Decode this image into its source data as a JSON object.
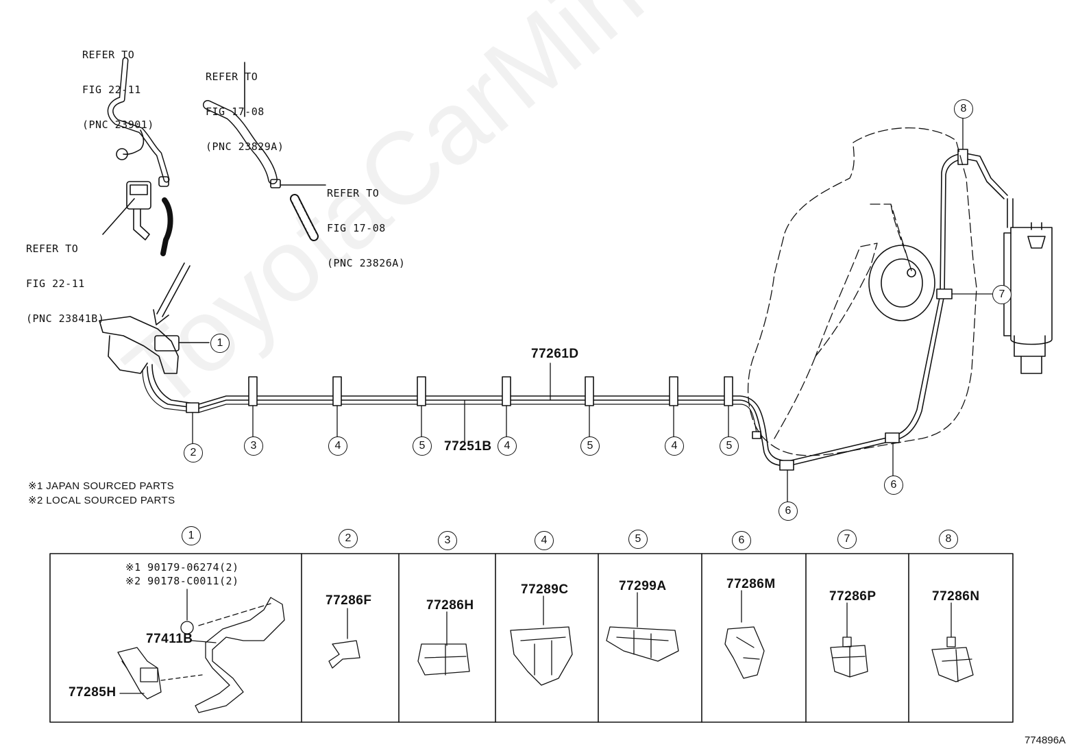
{
  "watermark": "ToyotaCarMine.ru",
  "references": [
    {
      "line1": "REFER TO",
      "line2": "FIG 22-11",
      "line3": "(PNC 23901)"
    },
    {
      "line1": "REFER TO",
      "line2": "FIG 17-08",
      "line3": "(PNC 23829A)"
    },
    {
      "line1": "REFER TO",
      "line2": "FIG 17-08",
      "line3": "(PNC 23826A)"
    },
    {
      "line1": "REFER TO",
      "line2": "FIG 22-11",
      "line3": "(PNC 23841B)"
    }
  ],
  "main_parts": {
    "top_line": "77261D",
    "bottom_line": "77251B"
  },
  "notes": {
    "japan": "※1 JAPAN SOURCED PARTS",
    "local": "※2 LOCAL SOURCED PARTS"
  },
  "callouts": [
    "1",
    "2",
    "3",
    "4",
    "5",
    "6",
    "7",
    "8"
  ],
  "table": {
    "cells": [
      {
        "num": "1",
        "parts": [
          "77411B",
          "77285H"
        ],
        "bolts": [
          "※1 90179-06274(2)",
          "※2 90178-C0011(2)"
        ]
      },
      {
        "num": "2",
        "parts": [
          "77286F"
        ]
      },
      {
        "num": "3",
        "parts": [
          "77286H"
        ]
      },
      {
        "num": "4",
        "parts": [
          "77289C"
        ]
      },
      {
        "num": "5",
        "parts": [
          "77299A"
        ]
      },
      {
        "num": "6",
        "parts": [
          "77286M"
        ]
      },
      {
        "num": "7",
        "parts": [
          "77286P"
        ]
      },
      {
        "num": "8",
        "parts": [
          "77286N"
        ]
      }
    ]
  },
  "figure_id": "774896A"
}
